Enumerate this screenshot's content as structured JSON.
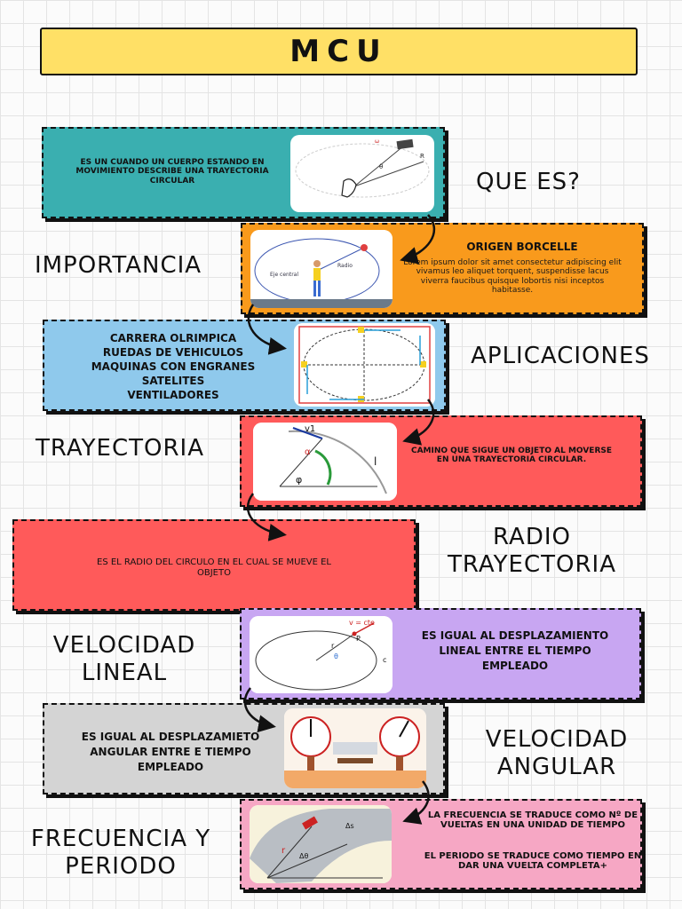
{
  "title": "MCU",
  "sections": {
    "que_es": {
      "label": "QUE ES?",
      "text": "ES UN CUANDO UN CUERPO ESTANDO EN MOVIMIENTO DESCRIBE UNA TRAYECTORIA CIRCULAR"
    },
    "importancia": {
      "label": "IMPORTANCIA",
      "heading": "ORIGEN BORCELLE",
      "text": "Lorem ipsum dolor sit amet consectetur adipiscing elit vivamus leo aliquet torquent, suspendisse lacus viverra faucibus quisque lobortis nisi inceptos habitasse."
    },
    "aplicaciones": {
      "label": "APLICACIONES",
      "items": [
        "CARRERA OLRIMPICA",
        "RUEDAS DE VEHICULOS",
        "MAQUINAS CON ENGRANES",
        "SATELITES",
        "VENTILADORES"
      ]
    },
    "trayectoria": {
      "label": "TRAYECTORIA",
      "text": "CAMINO QUE SIGUE UN OBJETO AL MOVERSE EN UNA TRAYECTORIA CIRCULAR."
    },
    "radio": {
      "label_line1": "RADIO",
      "label_line2": "TRAYECTORIA",
      "text": "ES EL RADIO DEL CIRCULO EN EL CUAL SE MUEVE EL OBJETO"
    },
    "velocidad_lineal": {
      "label_line1": "VELOCIDAD",
      "label_line2": "LINEAL",
      "text": "ES IGUAL AL DESPLAZAMIENTO LINEAL ENTRE EL TIEMPO EMPLEADO"
    },
    "velocidad_angular": {
      "label_line1": "VELOCIDAD",
      "label_line2": "ANGULAR",
      "text": "ES IGUAL AL DESPLAZAMIETO ANGULAR ENTRE E TIEMPO EMPLEADO"
    },
    "frecuencia": {
      "label_line1": "FRECUENCIA Y",
      "label_line2": "PERIODO",
      "text1": "LA FRECUENCIA SE TRADUCE COMO Nº DE VUELTAS EN UNA UNIDAD DE TIEMPO",
      "text2": "EL PERIODO SE TRADUCE COMO TIEMPO EN DAR UNA VUELTA COMPLETA+"
    }
  },
  "figure_labels": {
    "importancia_center": "Eje central",
    "importancia_radius": "Radio",
    "trayectoria_v": "v1",
    "trayectoria_alpha": "α",
    "trayectoria_phi": "φ",
    "trayectoria_l": "l",
    "lineal_v": "v = cte",
    "lineal_r": "r",
    "lineal_p": "P",
    "lineal_theta": "θ",
    "lineal_c": "c",
    "frecuencia_r": "r",
    "frecuencia_ds": "Δs",
    "frecuencia_dtheta": "Δθ"
  },
  "colors": {
    "title": "#ffe066",
    "teal": "#3aafb0",
    "orange": "#f99a1c",
    "light_blue": "#8fc9ec",
    "red": "#ff5a5a",
    "purple": "#c8a6f2",
    "gray": "#d4d4d4",
    "pink": "#f6a7c4"
  }
}
